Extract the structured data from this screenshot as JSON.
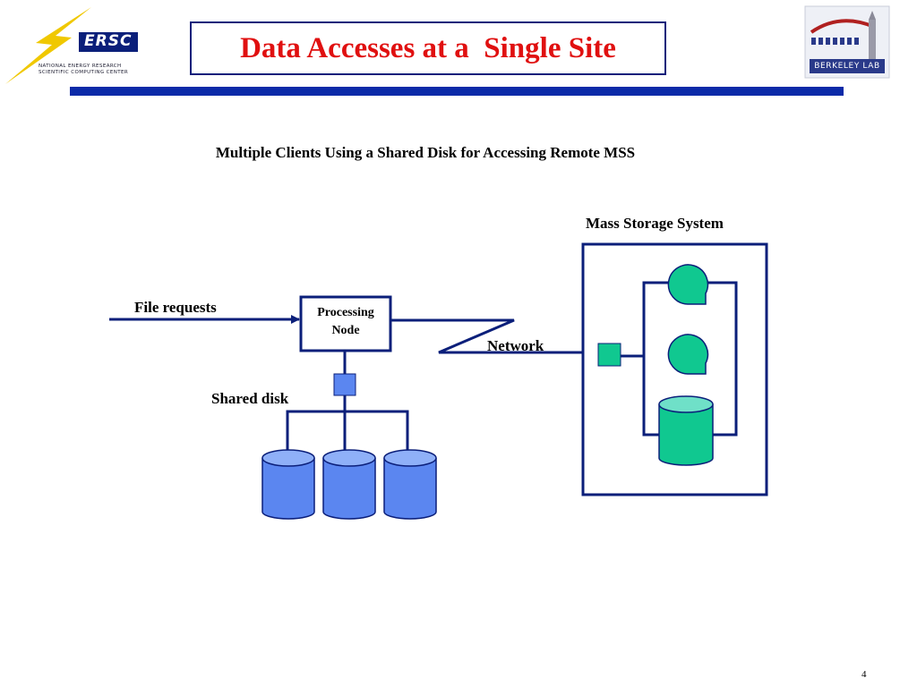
{
  "header": {
    "title": "Data Accesses at a  Single Site",
    "left_logo": {
      "wordmark": "ERSC",
      "caption_line1": "NATIONAL ENERGY RESEARCH",
      "caption_line2": "SCIENTIFIC COMPUTING CENTER"
    },
    "right_logo": {
      "wordmark": "BERKELEY LAB"
    }
  },
  "diagram": {
    "subtitle": "Multiple Clients Using a Shared Disk for Accessing Remote MSS",
    "mss_label": "Mass Storage System",
    "file_requests_label": "File requests",
    "processing_node_line1": "Processing",
    "processing_node_line2": "Node",
    "network_label": "Network",
    "shared_disk_label": "Shared disk"
  },
  "footer": {
    "page_number": "4"
  },
  "colors": {
    "title_red": "#e01010",
    "navy": "#0b1f7a",
    "rule_blue": "#0b2aa8",
    "disk_blue": "#5b86f0",
    "tape_green": "#10c890",
    "disk_green_top": "#6fe0c8"
  }
}
